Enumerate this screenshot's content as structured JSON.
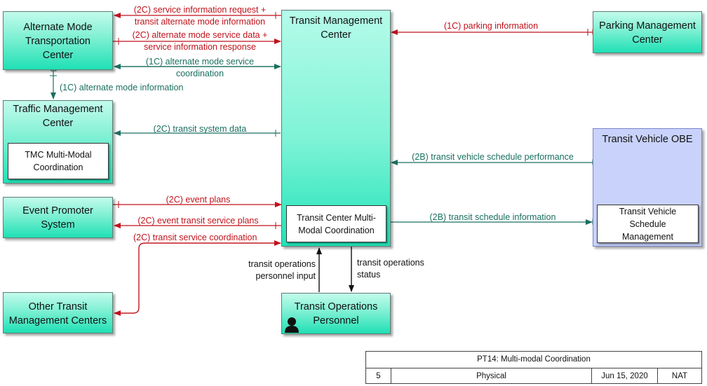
{
  "nodes": {
    "amtc": {
      "title": [
        "Alternate Mode",
        "Transportation",
        "Center"
      ]
    },
    "tmc_traffic": {
      "title": [
        "Traffic Management",
        "Center"
      ],
      "sub": [
        "TMC Multi-Modal",
        "Coordination"
      ]
    },
    "event": {
      "title": [
        "Event Promoter",
        "System"
      ]
    },
    "other": {
      "title": [
        "Other Transit",
        "Management Centers"
      ]
    },
    "transit_mgmt": {
      "title": [
        "Transit Management",
        "Center"
      ],
      "sub": [
        "Transit Center Multi-",
        "Modal Coordination"
      ]
    },
    "parking": {
      "title": [
        "Parking Management",
        "Center"
      ]
    },
    "obe": {
      "title": [
        "Transit Vehicle OBE"
      ],
      "sub": [
        "Transit Vehicle",
        "Schedule",
        "Management"
      ]
    },
    "ops": {
      "title": [
        "Transit Operations",
        "Personnel"
      ]
    }
  },
  "flows": {
    "f1": [
      "(2C) service information request +",
      "transit alternate mode information"
    ],
    "f2": [
      "(2C) alternate mode service data +",
      "service information response"
    ],
    "f3": [
      "(1C) alternate mode service",
      "coordination"
    ],
    "f4": [
      "(1C) alternate mode information"
    ],
    "f5": [
      "(2C) transit system data"
    ],
    "f6": [
      "(2C) event plans"
    ],
    "f7": [
      "(2C) event transit service plans"
    ],
    "f8": [
      "(2C) transit service coordination"
    ],
    "f9": [
      "(1C) parking information"
    ],
    "f10": [
      "(2B) transit vehicle schedule performance"
    ],
    "f11": [
      "(2B) transit schedule information"
    ],
    "f12": [
      "transit operations",
      "personnel input"
    ],
    "f13": [
      "transit operations",
      "status"
    ]
  },
  "footer": {
    "title": "PT14: Multi-modal Coordination",
    "number": "5",
    "view": "Physical",
    "date": "Jun 15, 2020",
    "scope": "NAT"
  },
  "colors": {
    "red": "#c0121b",
    "teal": "#1a6f60",
    "box_green": "#1fe0b5",
    "box_blue": "#c8d2fb"
  }
}
